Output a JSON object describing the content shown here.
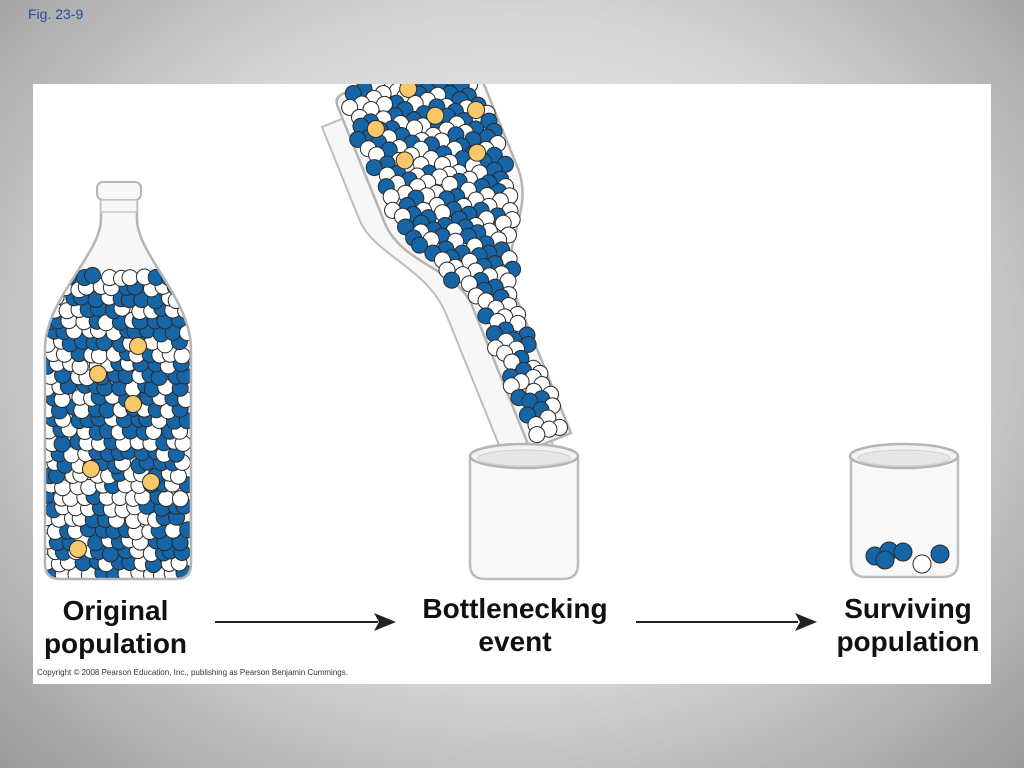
{
  "figure_label": "Fig. 23-9",
  "captions": {
    "original": [
      "Original",
      "population"
    ],
    "bottleneck": [
      "Bottlenecking",
      "event"
    ],
    "surviving": [
      "Surviving",
      "population"
    ]
  },
  "copyright": "Copyright © 2008 Pearson Education, Inc., publishing as Pearson Benjamin Cummings.",
  "colors": {
    "blue_marble": "#1565a7",
    "white_marble": "#ffffff",
    "yellow_marble": "#f7c76a",
    "marble_outline": "#2a2a2a",
    "glass": "#d9d9d9",
    "arrow": "#222222"
  },
  "icons": [
    "bottle-icon",
    "tilted-bottle-icon",
    "cup-icon",
    "arrow-right-icon",
    "marble-icon"
  ]
}
